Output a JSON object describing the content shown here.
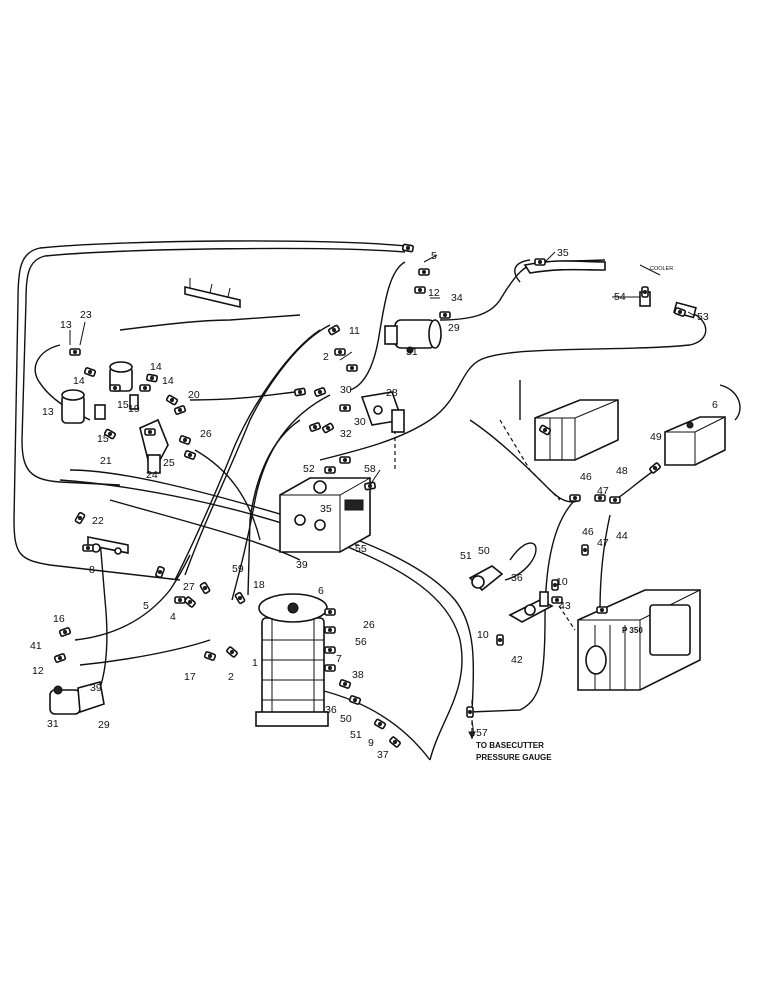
{
  "callouts": [
    "13",
    "23",
    "14",
    "14",
    "13",
    "14",
    "15",
    "19",
    "20",
    "21",
    "15",
    "24",
    "25",
    "26",
    "22",
    "8",
    "16",
    "41",
    "12",
    "31",
    "39",
    "29",
    "5",
    "27",
    "59",
    "4",
    "18",
    "17",
    "2",
    "1",
    "39",
    "6",
    "26",
    "56",
    "7",
    "38",
    "36",
    "50",
    "51",
    "9",
    "37",
    "57",
    "2",
    "11",
    "30",
    "28",
    "32",
    "30",
    "52",
    "58",
    "35",
    "55",
    "5",
    "12",
    "34",
    "29",
    "31",
    "35",
    "54",
    "53",
    "6",
    "49",
    "48",
    "46",
    "47",
    "46",
    "47",
    "44",
    "51",
    "50",
    "36",
    "10",
    "43",
    "10",
    "42"
  ],
  "engine_label": "P 350",
  "gauge_note_line1": "TO BASECUTTER",
  "gauge_note_line2": "PRESSURE GAUGE",
  "cooler_note": "COOLER"
}
